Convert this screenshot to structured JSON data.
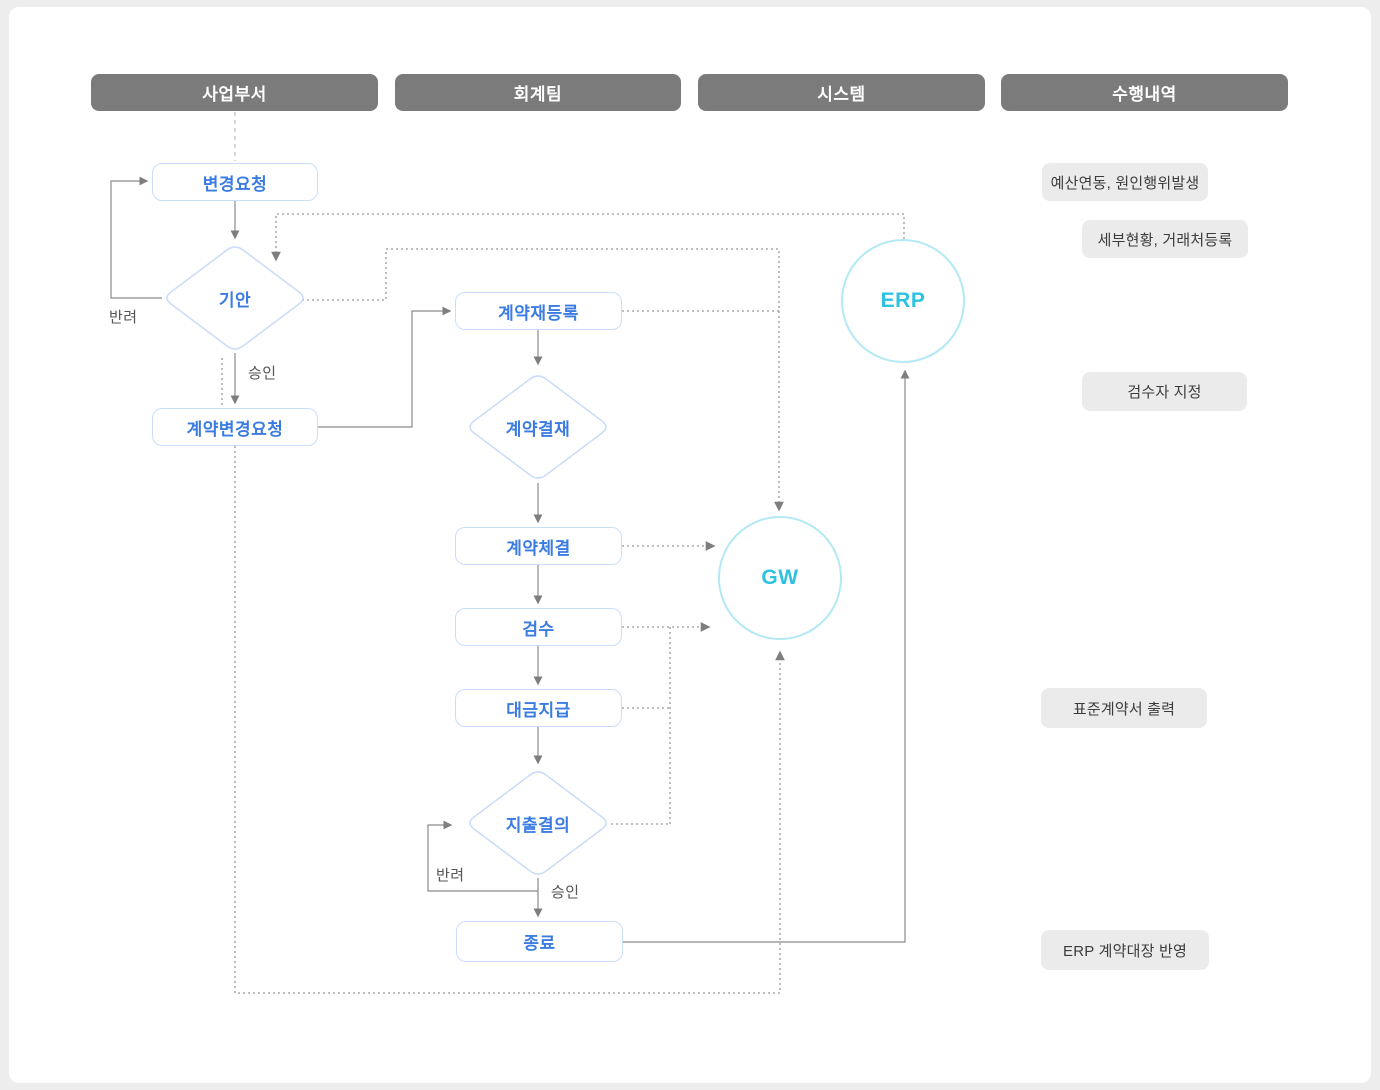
{
  "lanes": [
    {
      "label": "사업부서"
    },
    {
      "label": "회계팀"
    },
    {
      "label": "시스템"
    },
    {
      "label": "수행내역"
    }
  ],
  "process": {
    "business": {
      "change_request": "변경요청",
      "draft": "기안",
      "contract_change_request": "계약변경요청"
    },
    "accounting": {
      "reregister": "계약재등록",
      "approval": "계약결재",
      "sign": "계약체결",
      "inspect": "검수",
      "pay": "대금지급",
      "resolution": "지출결의",
      "end": "종료"
    },
    "systems": {
      "erp": "ERP",
      "gw": "GW"
    }
  },
  "edge_labels": {
    "draft_reject": "반려",
    "draft_approve": "승인",
    "resolution_reject": "반려",
    "resolution_approve": "승인"
  },
  "notes": [
    {
      "label": "예산연동, 원인행위발생"
    },
    {
      "label": "세부현황, 거래처등록"
    },
    {
      "label": "검수자 지정"
    },
    {
      "label": "표준계약서 출력"
    },
    {
      "label": "ERP 계약대장 반영"
    }
  ],
  "colors": {
    "lane_header_bg": "#7b7b7b",
    "flow_border": "#c9defa",
    "flow_text": "#3b7ce2",
    "system_border": "#b3e9f5",
    "system_text": "#2cc2e0",
    "note_bg": "#ebebeb",
    "connector_solid": "#8a8a8a",
    "connector_dotted": "#999999"
  }
}
